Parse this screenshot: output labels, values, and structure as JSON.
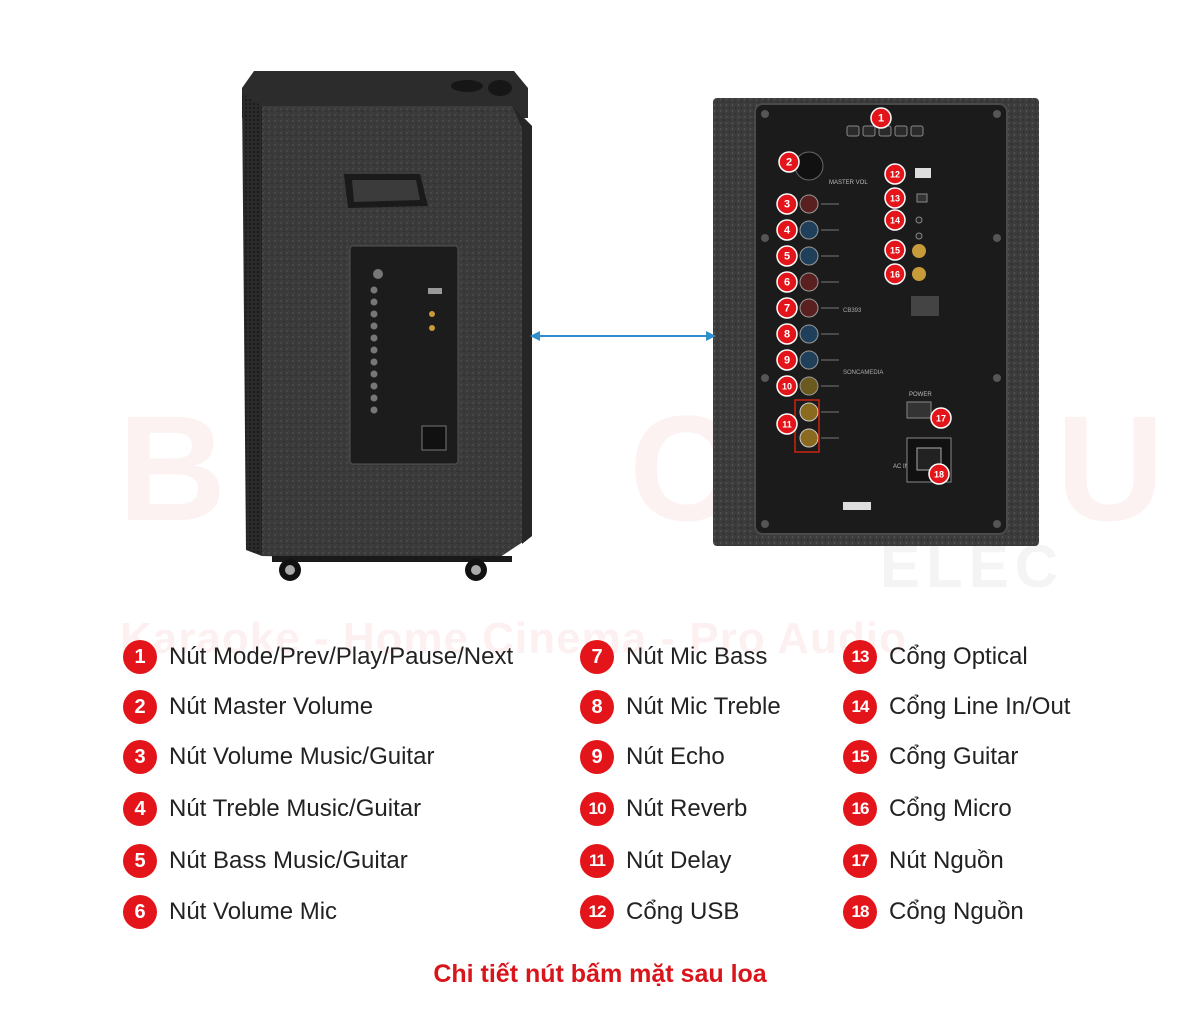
{
  "watermark": {
    "brand": "BAO CHAU",
    "sub": "ELEC",
    "tagline": "Karaoke - Home Cinema - Pro Audio"
  },
  "colors": {
    "accent": "#e3151a",
    "caption": "#d9141a",
    "arrow": "#2e8fcf"
  },
  "panel": {
    "master_label": "MASTER VOL",
    "power_label": "POWER",
    "ac_label": "AC IN",
    "model_label": "CB393",
    "brand_label": "SONCAMEDIA",
    "callouts": [
      "1",
      "2",
      "3",
      "4",
      "5",
      "6",
      "7",
      "8",
      "9",
      "10",
      "11",
      "12",
      "13",
      "14",
      "15",
      "16",
      "17",
      "18"
    ]
  },
  "legend": {
    "col1": [
      {
        "num": "1",
        "label": "Nút Mode/Prev/Play/Pause/Next"
      },
      {
        "num": "2",
        "label": "Nút Master Volume"
      },
      {
        "num": "3",
        "label": "Nút Volume Music/Guitar"
      },
      {
        "num": "4",
        "label": "Nút Treble Music/Guitar"
      },
      {
        "num": "5",
        "label": "Nút Bass Music/Guitar"
      },
      {
        "num": "6",
        "label": "Nút Volume Mic"
      }
    ],
    "col2": [
      {
        "num": "7",
        "label": "Nút Mic Bass"
      },
      {
        "num": "8",
        "label": "Nút Mic Treble"
      },
      {
        "num": "9",
        "label": "Nút Echo"
      },
      {
        "num": "10",
        "label": "Nút Reverb"
      },
      {
        "num": "11",
        "label": "Nút Delay"
      },
      {
        "num": "12",
        "label": "Cổng USB"
      }
    ],
    "col3": [
      {
        "num": "13",
        "label": "Cổng Optical"
      },
      {
        "num": "14",
        "label": "Cổng Line In/Out"
      },
      {
        "num": "15",
        "label": "Cổng Guitar"
      },
      {
        "num": "16",
        "label": "Cổng Micro"
      },
      {
        "num": "17",
        "label": "Nút Nguồn"
      },
      {
        "num": "18",
        "label": "Cổng Nguồn"
      }
    ]
  },
  "caption": "Chi tiết nút bấm mặt sau loa"
}
